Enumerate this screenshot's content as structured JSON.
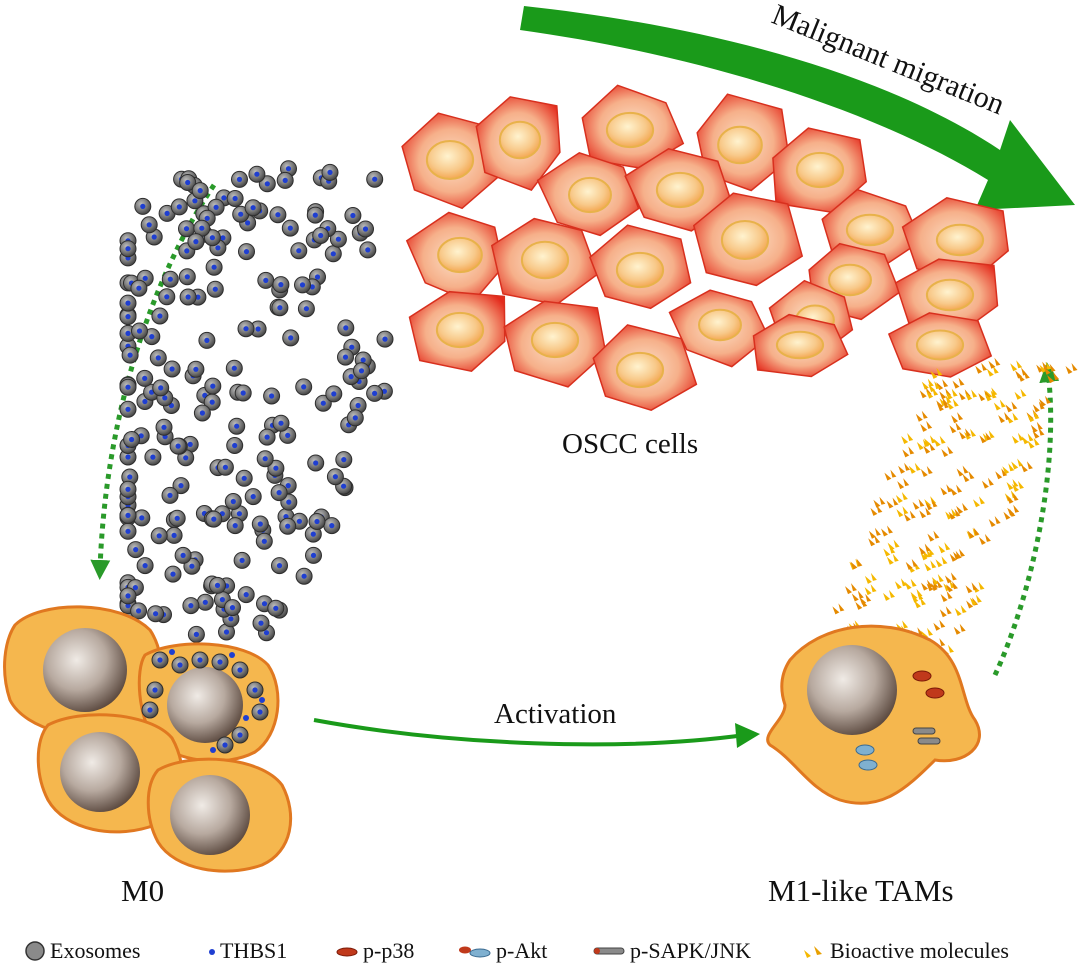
{
  "labels": {
    "oscc": "OSCC cells",
    "m0": "M0",
    "m1": "M1-like TAMs",
    "activation": "Activation",
    "malignant": "Malignant migration"
  },
  "legend": {
    "exosomes": "Exosomes",
    "thbs1": "THBS1",
    "p38": "p-p38",
    "akt": "p-Akt",
    "jnk": "p-SAPK/JNK",
    "bioactive": "Bioactive molecules"
  },
  "colors": {
    "green_arrow": "#1a9a1a",
    "dotted_arrow": "#2a9a2a",
    "oscc_red": "#e8221a",
    "oscc_peach": "#f7c5a3",
    "nucleus_fill": "#f7b75c",
    "macrophage_fill": "#f5b74e",
    "macrophage_edge": "#e07820",
    "exosome": "#6d6d6d",
    "thbs1": "#1f3fd1",
    "bioactive": "#f5b800"
  }
}
